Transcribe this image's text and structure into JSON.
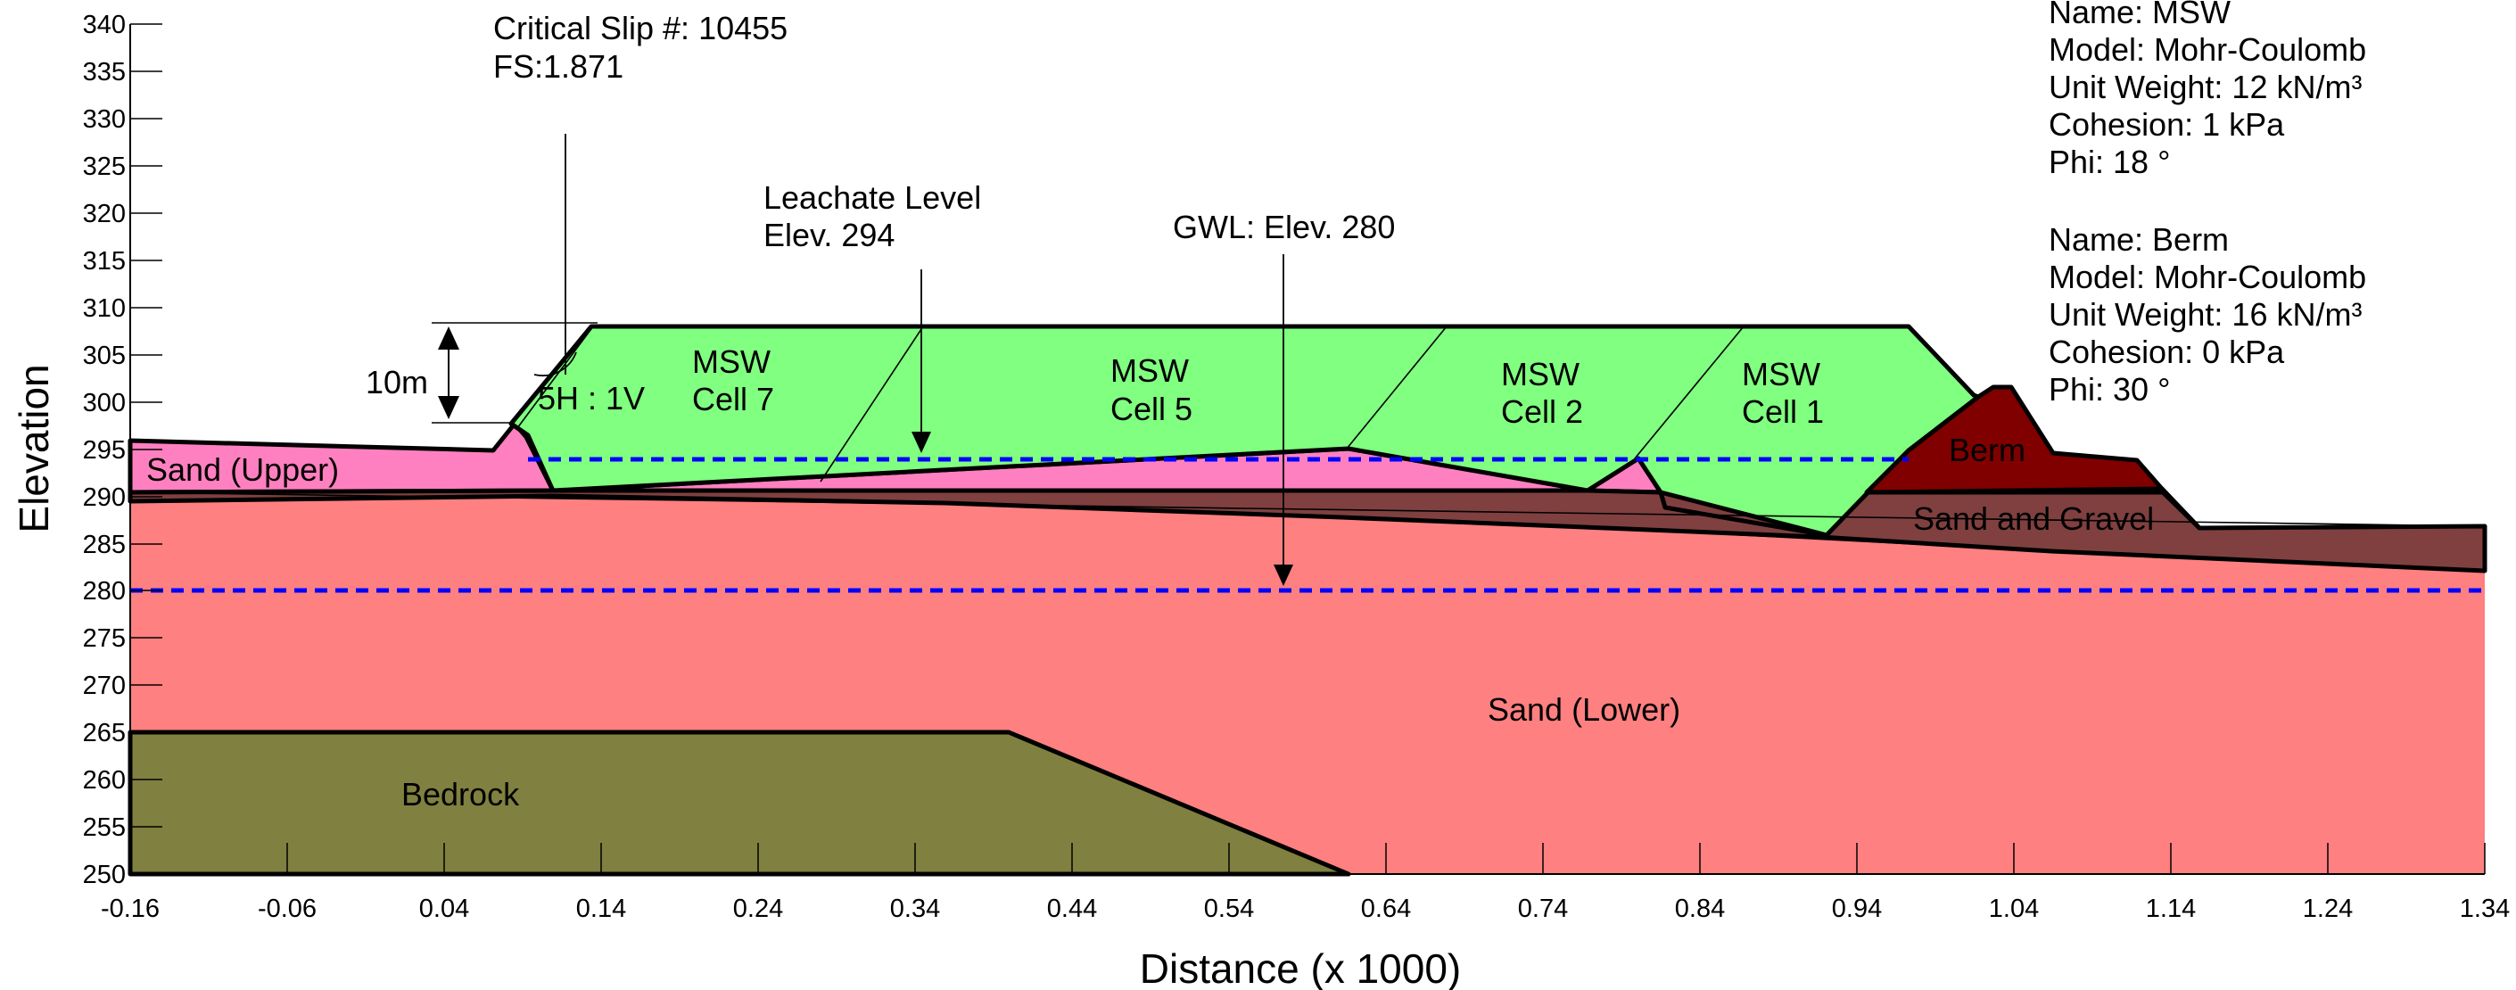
{
  "diagram": {
    "x_axis": {
      "title": "Distance (x  1000)",
      "ticks": [
        "-0.16",
        "-0.06",
        "0.04",
        "0.14",
        "0.24",
        "0.34",
        "0.44",
        "0.54",
        "0.64",
        "0.74",
        "0.84",
        "0.94",
        "1.04",
        "1.14",
        "1.24",
        "1.34"
      ]
    },
    "y_axis": {
      "title": "Elevation",
      "ticks": [
        "340",
        "335",
        "330",
        "325",
        "320",
        "315",
        "310",
        "305",
        "300",
        "295",
        "290",
        "285",
        "280",
        "275",
        "270",
        "265",
        "260",
        "255",
        "250"
      ]
    },
    "regions": {
      "sand_upper": "Sand (Upper)",
      "sand_gravel": "Sand and Gravel",
      "sand_lower": "Sand (Lower)",
      "bedrock": "Bedrock",
      "berm": "Berm",
      "cell7": [
        "MSW",
        "Cell 7"
      ],
      "cell5": [
        "MSW",
        "Cell 5"
      ],
      "cell2": [
        "MSW",
        "Cell 2"
      ],
      "cell1": [
        "MSW",
        "Cell 1"
      ]
    },
    "annotations": {
      "critical_slip": [
        "Critical Slip #: 10455",
        "FS:1.871"
      ],
      "leachate": [
        "Leachate Level",
        "Elev. 294"
      ],
      "gwl": "GWL: Elev. 280",
      "height": "10m",
      "slope": "5H : 1V"
    },
    "properties": {
      "msw": [
        "Name: MSW",
        "Model: Mohr-Coulomb",
        "Unit Weight: 12 kN/m³",
        "Cohesion: 1 kPa",
        "Phi: 18 °"
      ],
      "berm": [
        "Name: Berm",
        "Model: Mohr-Coulomb",
        "Unit Weight: 16 kN/m³",
        "Cohesion: 0 kPa",
        "Phi: 30 °"
      ]
    },
    "colors": {
      "sand_upper": "#ff80c0",
      "sand_gravel": "#804040",
      "sand_lower": "#ff8080",
      "bedrock": "#808040",
      "msw": "#80ff80",
      "berm": "#800000",
      "water_line": "#0000ff"
    }
  }
}
